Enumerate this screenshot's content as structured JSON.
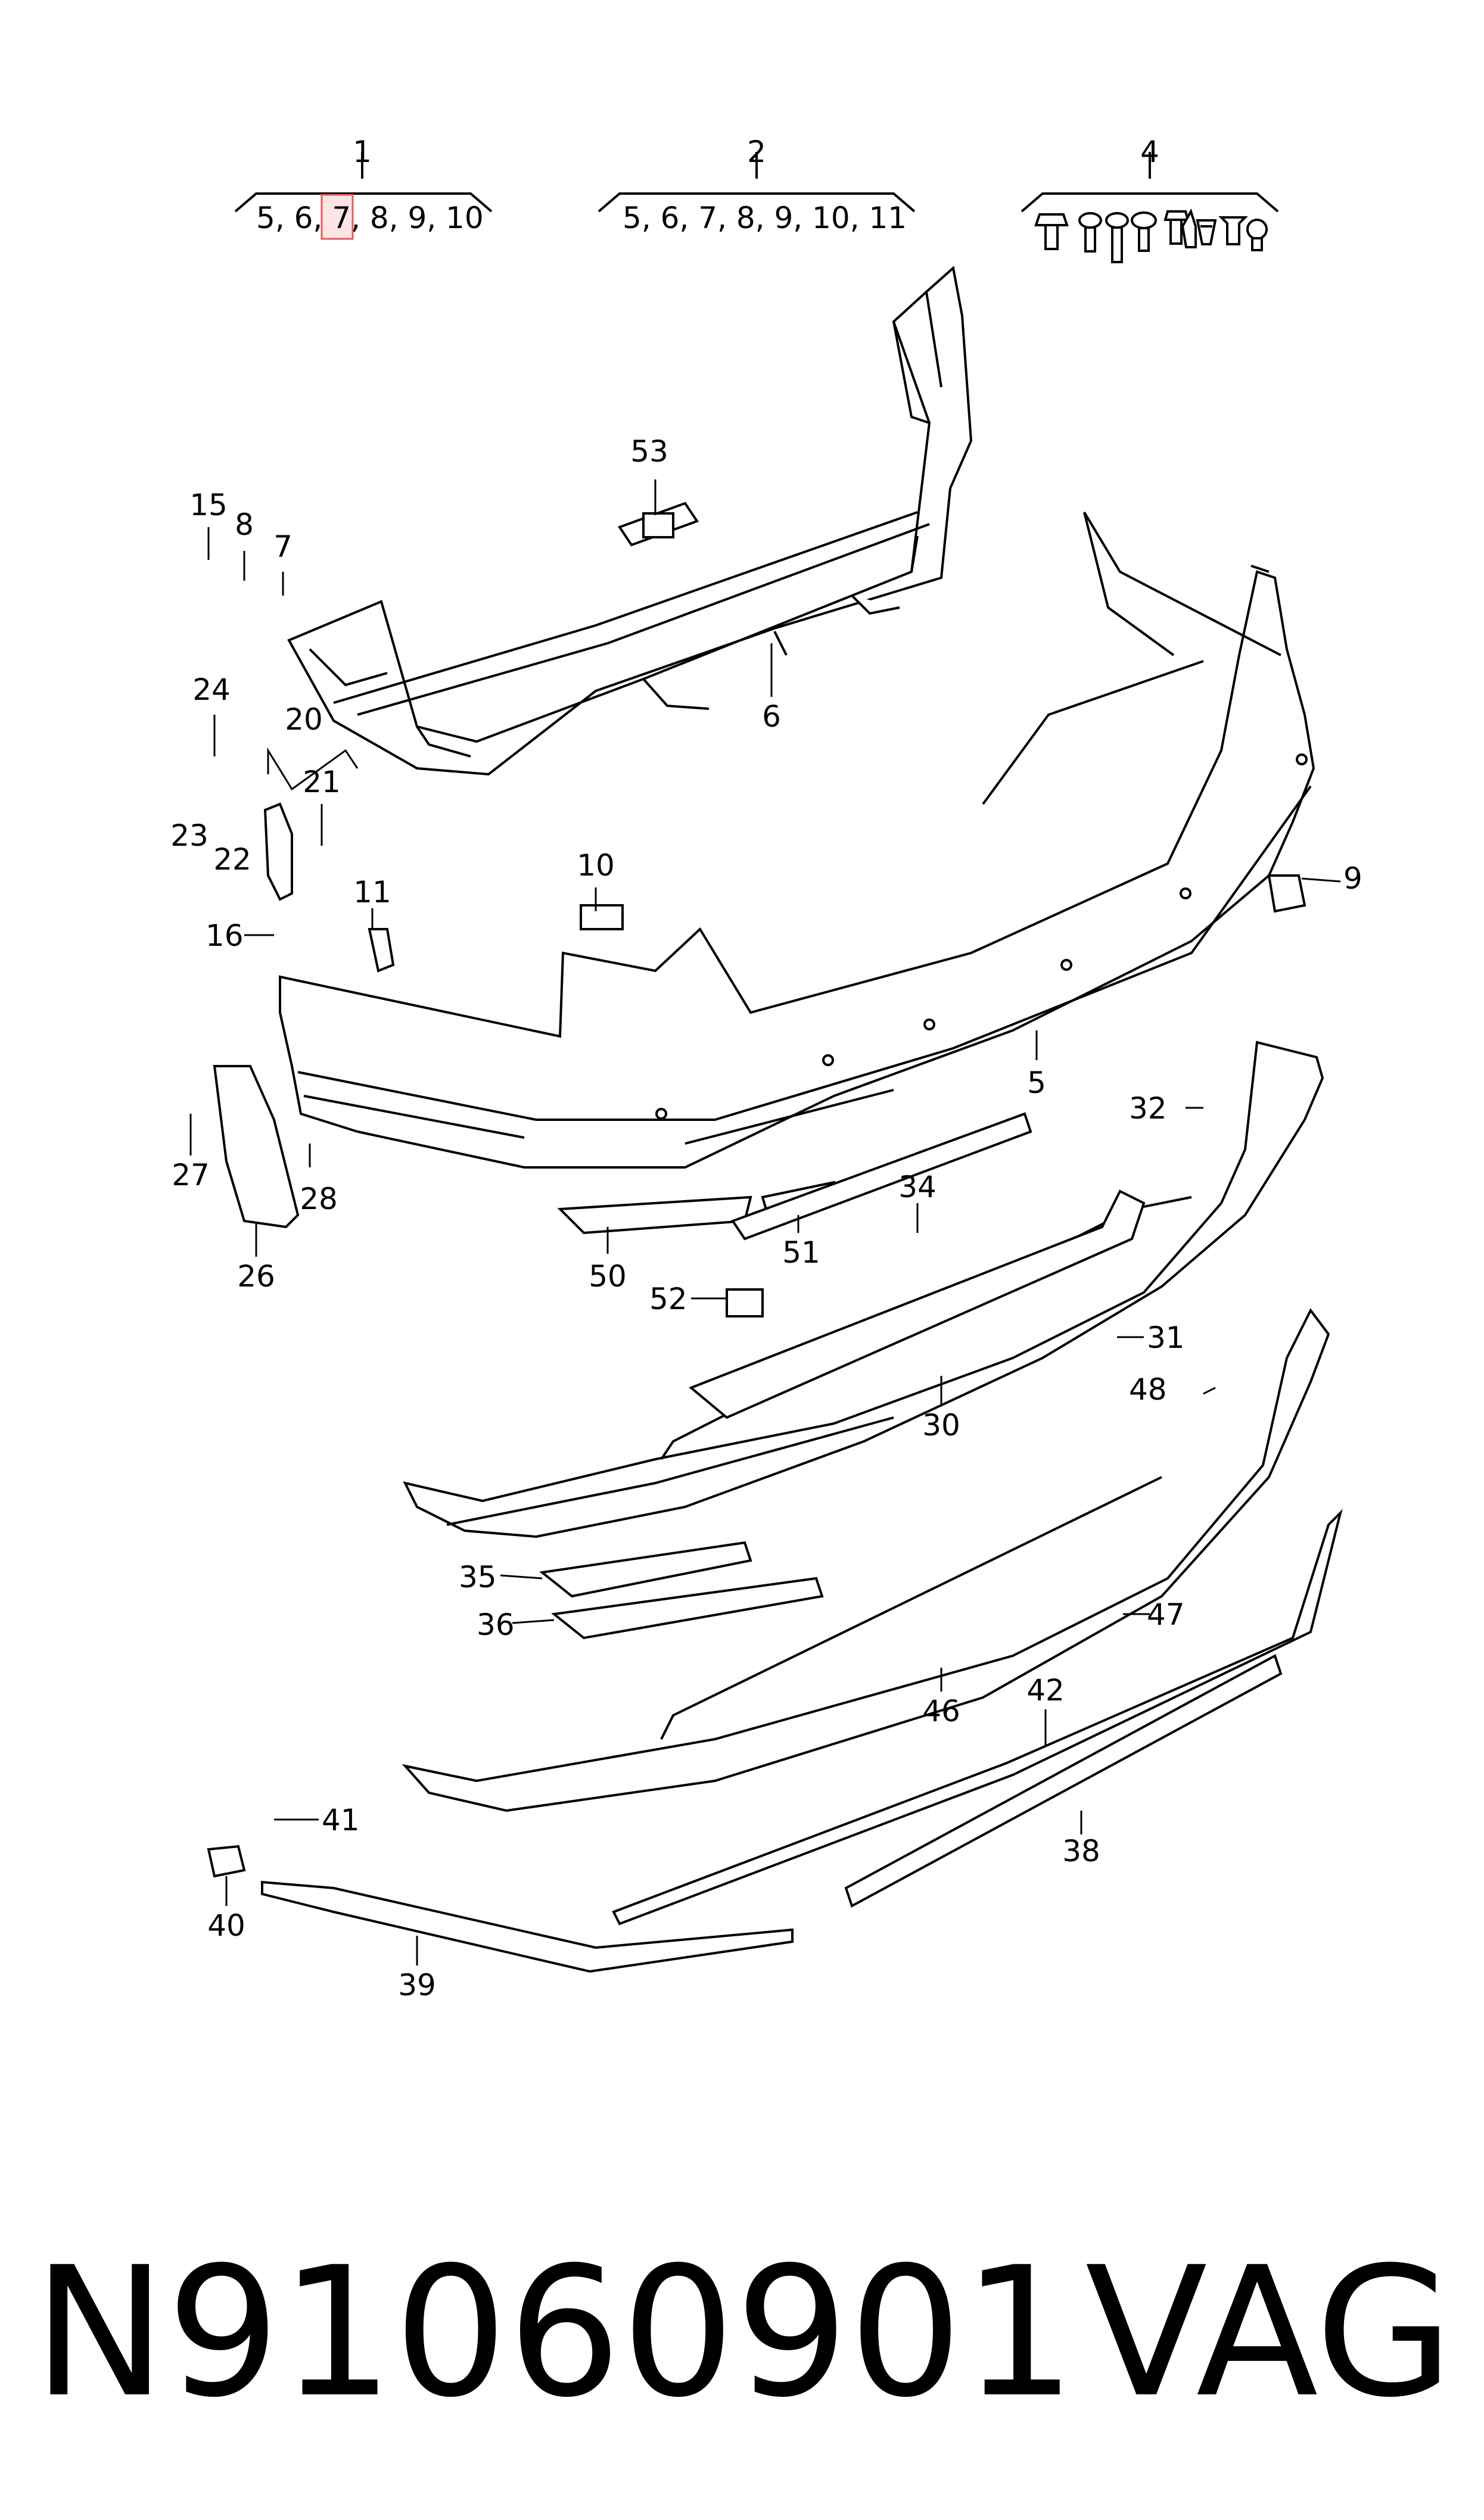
{
  "groups": [
    {
      "title": "1",
      "items": [
        "5",
        "6",
        "7",
        "8",
        "9",
        "10"
      ],
      "highlighted": "7"
    },
    {
      "title": "2",
      "items": [
        "5",
        "6",
        "7",
        "8",
        "9",
        "10",
        "11"
      ]
    },
    {
      "title": "4"
    }
  ],
  "callouts": [
    "53",
    "15",
    "8",
    "7",
    "6",
    "24",
    "20",
    "21",
    "23",
    "22",
    "10",
    "11",
    "9",
    "16",
    "5",
    "32",
    "27",
    "28",
    "26",
    "34",
    "50",
    "51",
    "52",
    "31",
    "30",
    "48",
    "35",
    "36",
    "47",
    "46",
    "42",
    "41",
    "38",
    "40",
    "39"
  ],
  "footer": {
    "part_number": "N91060901",
    "brand": "VAG"
  },
  "colors": {
    "line": "#000000",
    "highlight": "#e8585f",
    "highlight_fill": "#ffe4e4"
  }
}
